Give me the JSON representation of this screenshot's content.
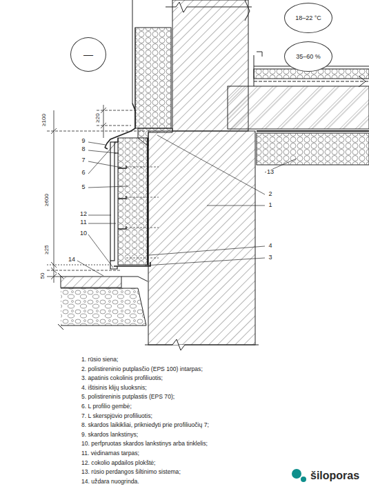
{
  "diagram": {
    "nodes": [
      {
        "text": [
          "—"
        ]
      },
      {
        "text": [
          "18–22 °C"
        ]
      },
      {
        "text": [
          "35–60 %"
        ]
      }
    ],
    "labels": [
      "≥100",
      "≥20",
      "≥600",
      "≥25",
      "50",
      "9",
      "8",
      "7",
      "6",
      "5",
      "12",
      "11",
      "10",
      "14",
      "2",
      "1",
      "4",
      "3",
      "13",
      "1. rūsio siena;",
      "2. polistireninio putplasčio (EPS 100) intarpas;",
      "3. apatinis cokolinis profiliuotis;",
      "4. ištisinis klijų sluoksnis;",
      "5. polistireninis putplastis (EPS 70);",
      "6. L profilio gembė;",
      "7. L skerspjūvio profiliuotis;",
      "8. skardos laikikliai, prikniedyti prie profiliuočių 7;",
      "9. skardos lankstinys;",
      "10. perfpruotas skardos lankstinys arba tinklelis;",
      "11. vėdinamas tarpas;",
      "12. cokolio apdailos plokštė;",
      "13. rūsio perdangos šiltinimo sistema;",
      "14. uždara nuogrinda.",
      "šiloporas"
    ]
  }
}
